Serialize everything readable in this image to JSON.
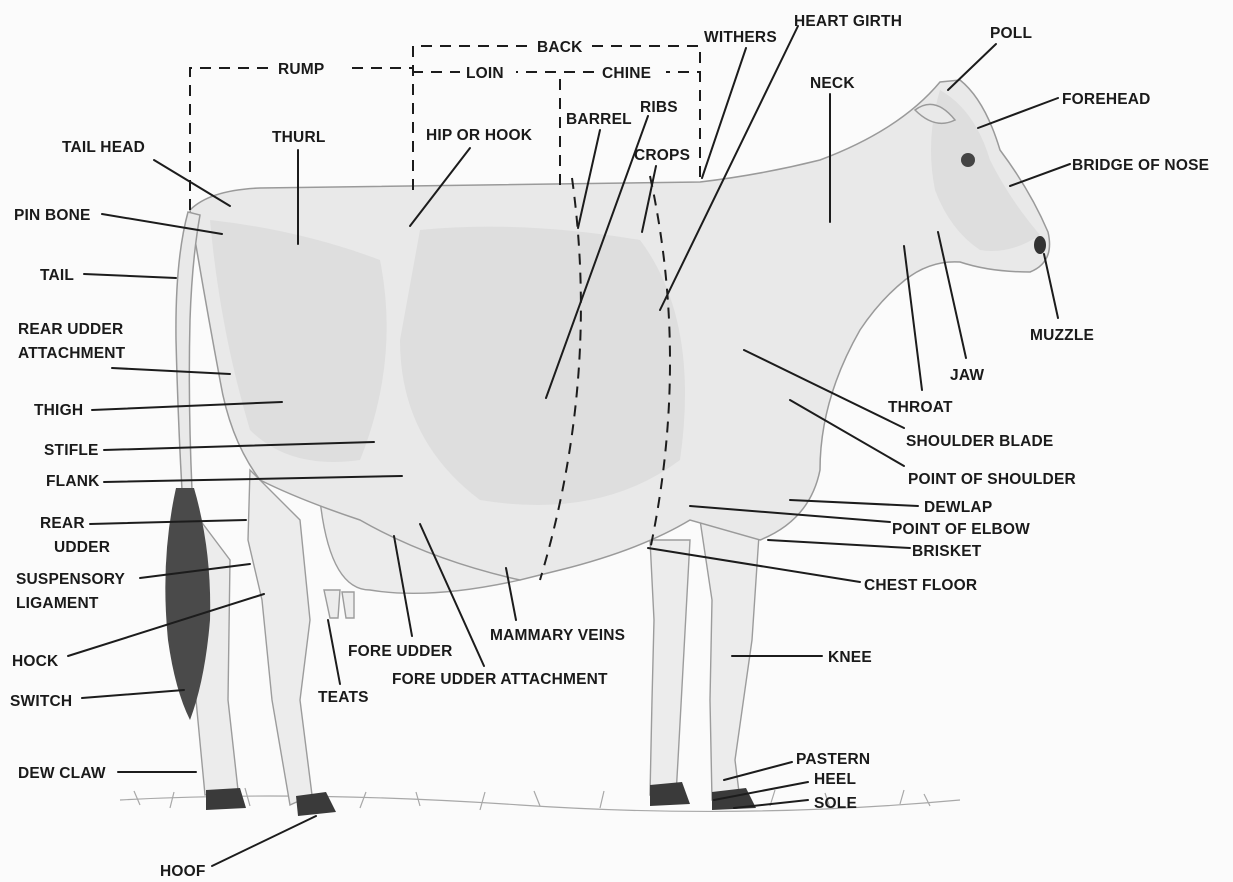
{
  "labels": {
    "back": "BACK",
    "rump": "RUMP",
    "loin": "LOIN",
    "chine": "CHINE",
    "withers": "WITHERS",
    "heart_girth": "HEART GIRTH",
    "poll": "POLL",
    "forehead": "FOREHEAD",
    "bridge_of_nose": "BRIDGE OF NOSE",
    "neck": "NECK",
    "tail_head": "TAIL HEAD",
    "thurl": "THURL",
    "hip_or_hook": "HIP OR HOOK",
    "barrel": "BARREL",
    "ribs": "RIBS",
    "crops": "CROPS",
    "pin_bone": "PIN BONE",
    "tail": "TAIL",
    "muzzle": "MUZZLE",
    "rear_udder_attachment_1": "REAR UDDER",
    "rear_udder_attachment_2": "ATTACHMENT",
    "jaw": "JAW",
    "throat": "THROAT",
    "thigh": "THIGH",
    "shoulder_blade": "SHOULDER BLADE",
    "stifle": "STIFLE",
    "flank": "FLANK",
    "point_of_shoulder": "POINT OF SHOULDER",
    "dewlap": "DEWLAP",
    "rear_udder_1": "REAR",
    "rear_udder_2": "UDDER",
    "point_of_elbow": "POINT OF ELBOW",
    "brisket": "BRISKET",
    "suspensory_ligament_1": "SUSPENSORY",
    "suspensory_ligament_2": "LIGAMENT",
    "chest_floor": "CHEST FLOOR",
    "mammary_veins": "MAMMARY VEINS",
    "fore_udder": "FORE UDDER",
    "hock": "HOCK",
    "knee": "KNEE",
    "fore_udder_attachment": "FORE UDDER ATTACHMENT",
    "switch": "SWITCH",
    "teats": "TEATS",
    "pastern": "PASTERN",
    "heel": "HEEL",
    "sole": "SOLE",
    "dew_claw": "DEW CLAW",
    "hoof": "HOOF"
  }
}
